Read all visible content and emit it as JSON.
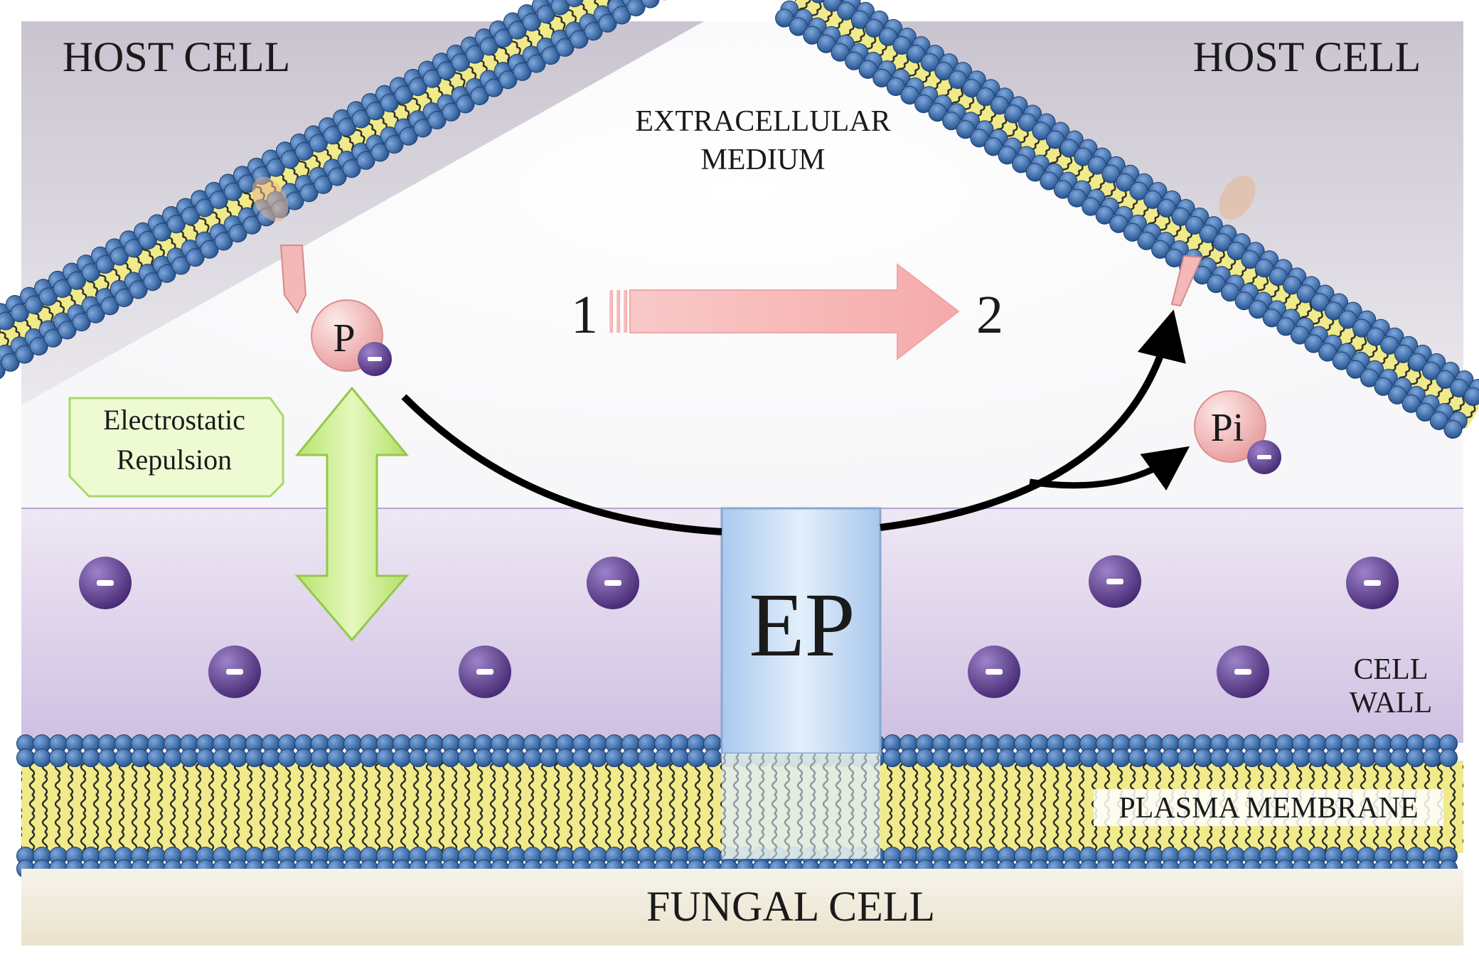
{
  "labels": {
    "host_cell_left": "HOST CELL",
    "host_cell_right": "HOST CELL",
    "extracellular_line1": "EXTRACELLULAR",
    "extracellular_line2": "MEDIUM",
    "step_start": "1",
    "step_end": "2",
    "phosphate": "P",
    "inorganic_phosphate": "Pi",
    "repulsion_line1": "Electrostatic",
    "repulsion_line2": "Repulsion",
    "enzyme": "EP",
    "cell_wall_line1": "CELL",
    "cell_wall_line2": "WALL",
    "plasma_membrane": "PLASMA MEMBRANE",
    "fungal_cell": "FUNGAL CELL"
  },
  "colors": {
    "membrane_head": "#2e5f9e",
    "membrane_tail": "#f0ea8a",
    "cell_wall": "#ddd2ea",
    "negative_charge": "#5a3d8f",
    "phosphate": "#f2b8b8",
    "process_arrow": "#f7b9b9",
    "repulsion_arrow": "#c6ec8a",
    "enzyme": "#b9d6f2",
    "fungal_cell": "#efe9d8"
  }
}
